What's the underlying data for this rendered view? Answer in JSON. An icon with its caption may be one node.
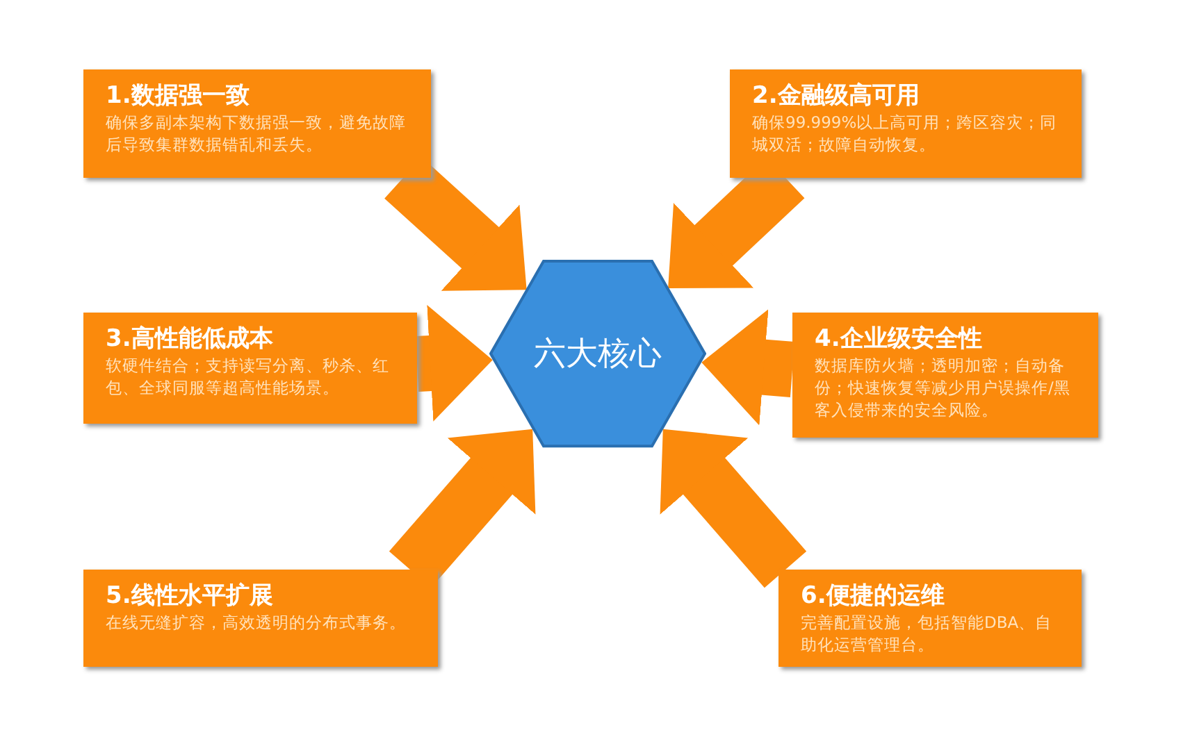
{
  "diagram": {
    "nodes": [
      {
        "text": [
          "六大核心"
        ]
      },
      {
        "text": [
          "1.数据强一致",
          "确保多副本架构下数据强一致，避免故障后导致集群数据错乱和丢失。"
        ]
      },
      {
        "text": [
          "2.金融级高可用",
          "确保99.999%以上高可用；跨区容灾；同城双活；故障自动恢复。"
        ]
      },
      {
        "text": [
          "3.高性能低成本",
          "软硬件结合；支持读写分离、秒杀、红包、全球同服等超高性能场景。"
        ]
      },
      {
        "text": [
          "4.企业级安全性",
          "数据库防火墙；透明加密；自动备份；快速恢复等减少用户误操作/黑客入侵带来的安全风险。"
        ]
      },
      {
        "text": [
          "5.线性水平扩展",
          "在线无缝扩容，高效透明的分布式事务。"
        ]
      },
      {
        "text": [
          "6.便捷的运维",
          "完善配置设施，包括智能DBA、自助化运营管理台。"
        ]
      }
    ],
    "edges": [
      {
        "from": 1,
        "to": 0,
        "arrow": "to"
      },
      {
        "from": 2,
        "to": 0,
        "arrow": "to"
      },
      {
        "from": 3,
        "to": 0,
        "arrow": "to"
      },
      {
        "from": 4,
        "to": 0,
        "arrow": "to"
      },
      {
        "from": 5,
        "to": 0,
        "arrow": "to"
      },
      {
        "from": 6,
        "to": 0,
        "arrow": "to"
      }
    ]
  }
}
